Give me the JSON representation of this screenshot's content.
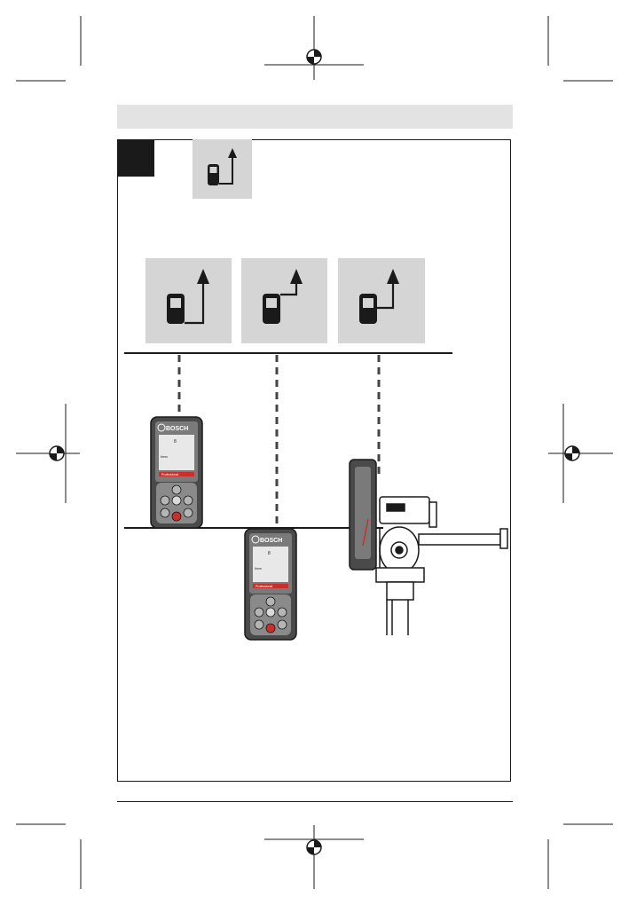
{
  "header": {
    "band_text": ""
  },
  "figure": {
    "label": "",
    "reference_icons": [
      {
        "name": "rear-edge-reference-icon"
      }
    ],
    "mode_icons": [
      {
        "name": "rear-edge-reference-icon"
      },
      {
        "name": "front-edge-reference-icon"
      },
      {
        "name": "tripod-thread-reference-icon"
      }
    ],
    "device": {
      "brand": "BOSCH",
      "model_text": "Professional",
      "screen_top_value": "8",
      "screen_side_text": "6mm"
    },
    "colors": {
      "tile": "#d5d5d5",
      "device_body": "#4a4a4a",
      "device_trim": "#c9302c",
      "line": "#1a1a1a"
    }
  }
}
